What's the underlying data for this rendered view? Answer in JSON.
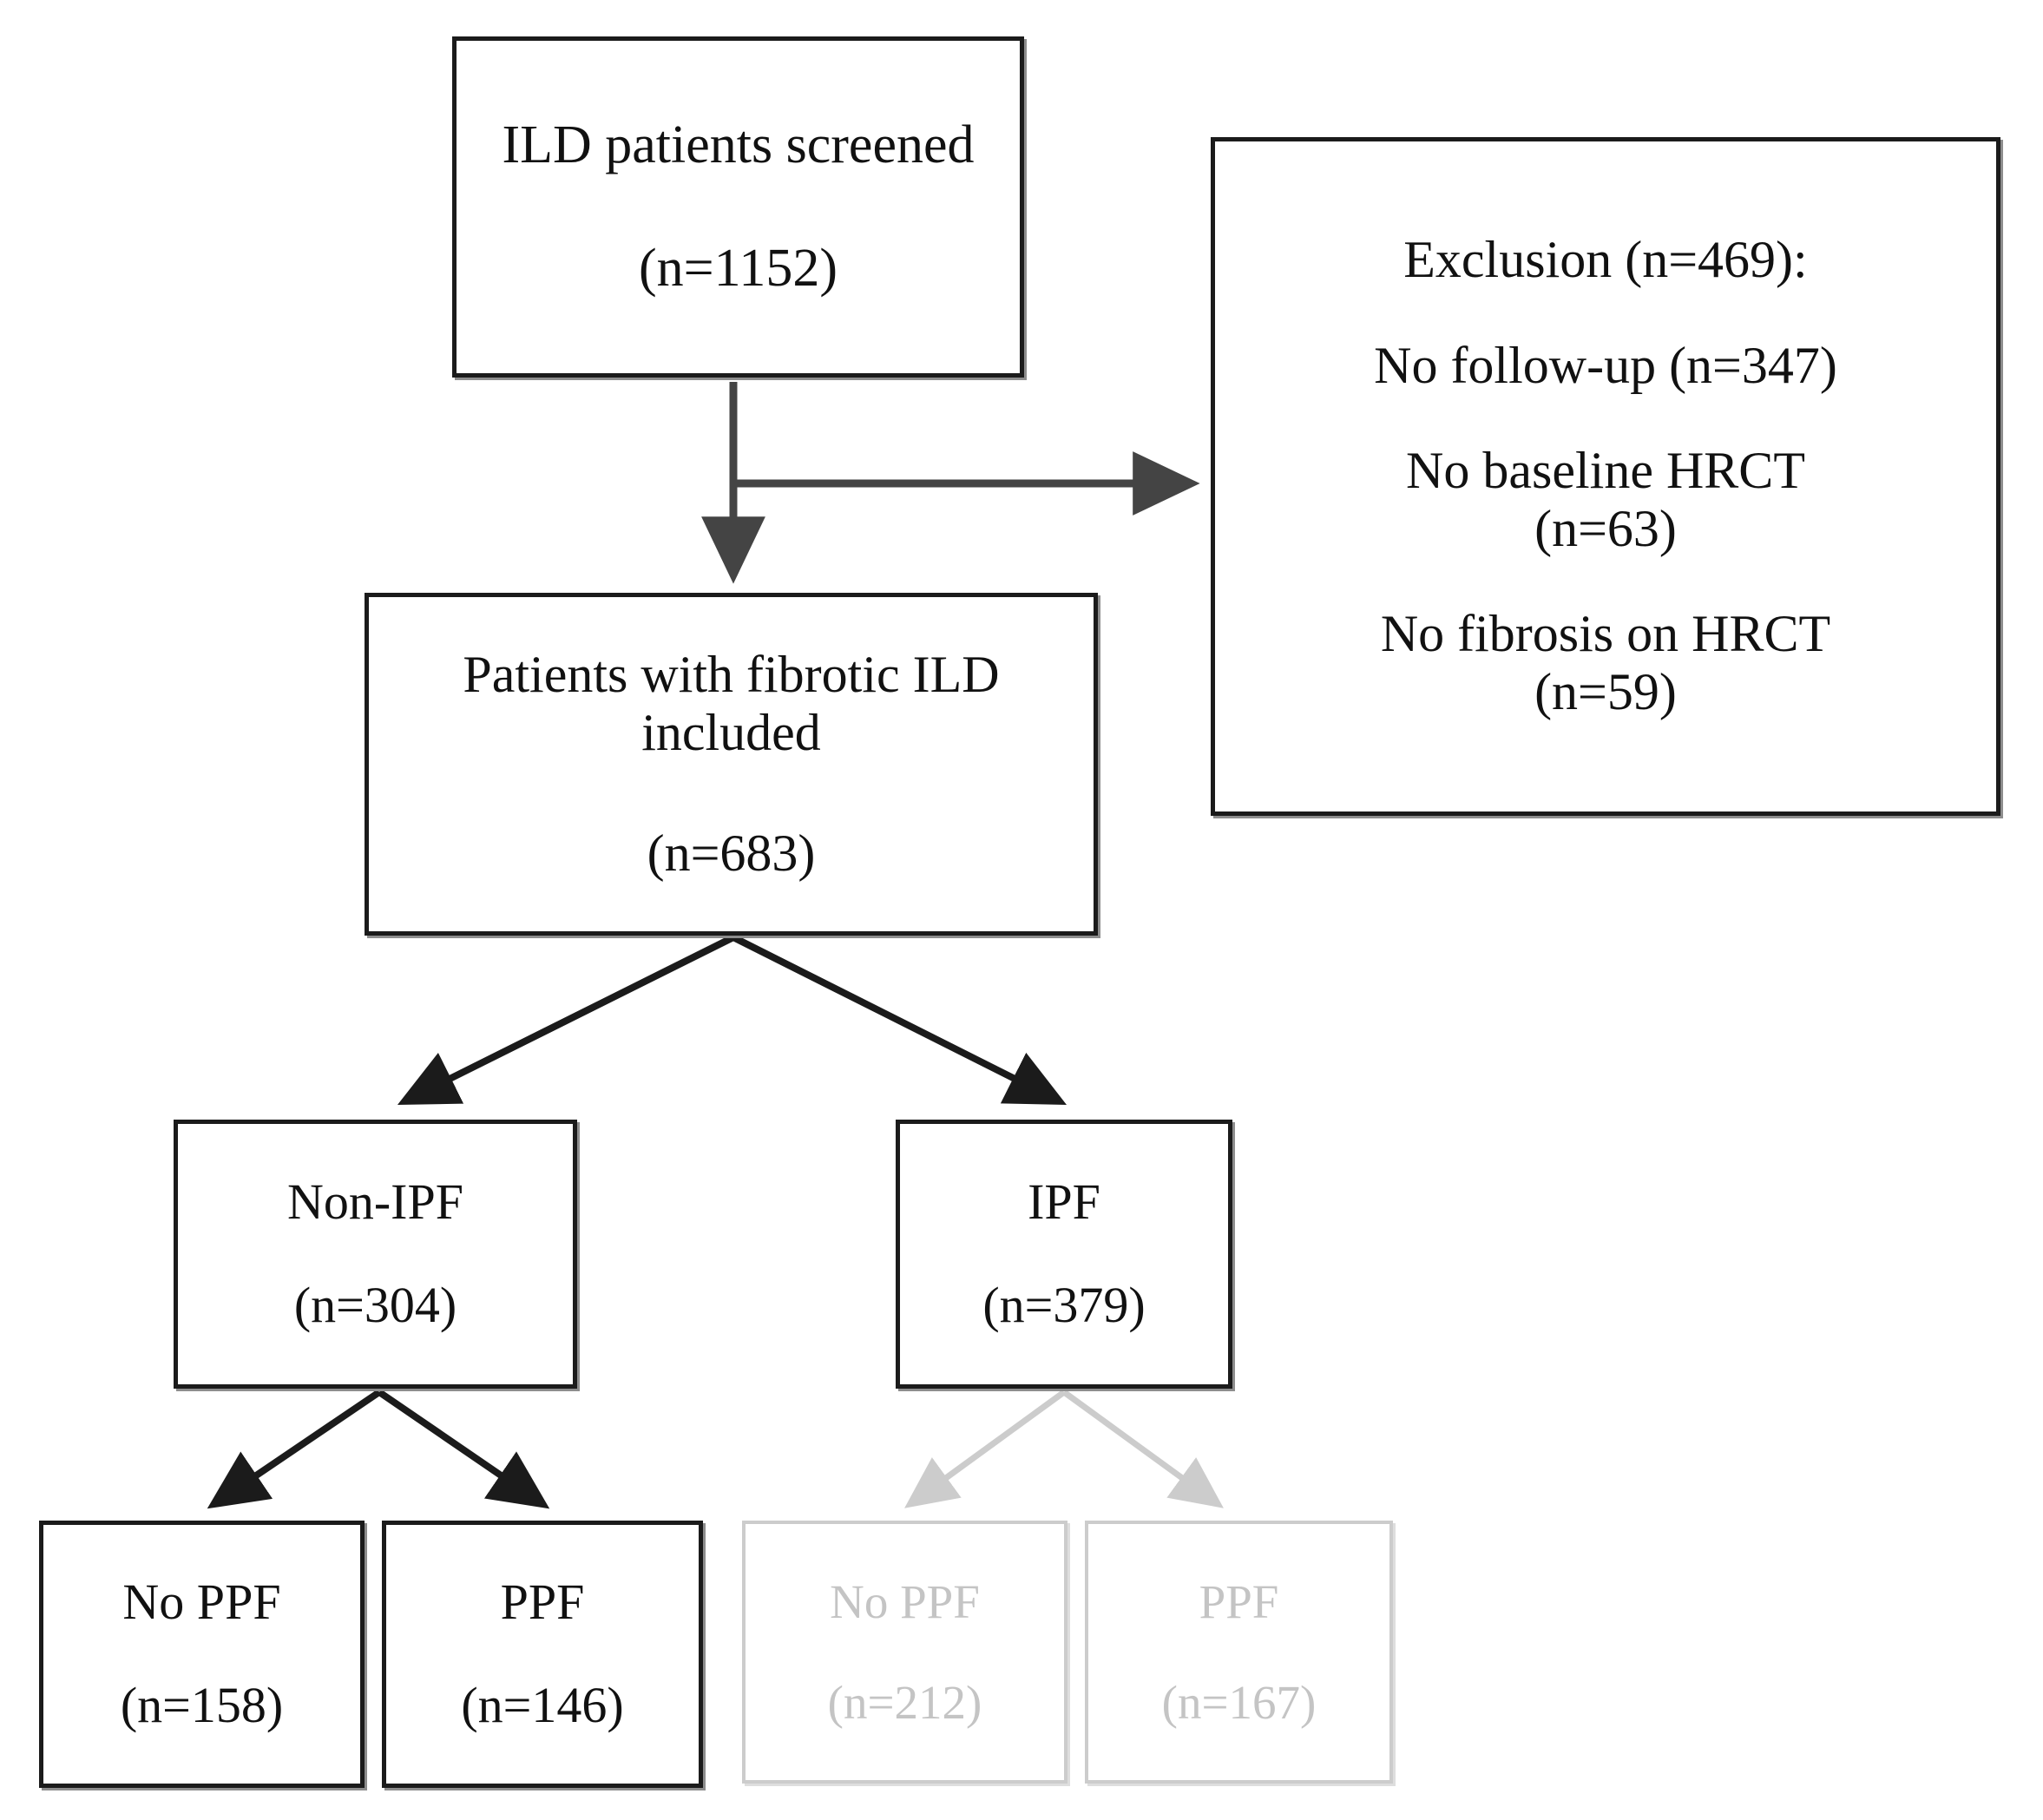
{
  "figure": {
    "type": "flowchart",
    "title": "Patient selection flow diagram",
    "colors": {
      "active_stroke": "#1b1b1b",
      "active_text": "#111111",
      "inactive_stroke": "#cccccc",
      "inactive_text": "#c4c4c4",
      "background": "#ffffff"
    }
  },
  "nodes": {
    "screened": {
      "label": "ILD patients screened",
      "count": "(n=1152)",
      "state": "active"
    },
    "exclusion": {
      "header": "Exclusion (n=469):",
      "reason_1": "No follow-up (n=347)",
      "reason_2": "No baseline HRCT\n(n=63)",
      "reason_3": "No fibrosis on HRCT\n(n=59)",
      "state": "active"
    },
    "included": {
      "label": "Patients with fibrotic ILD included",
      "count": "(n=683)",
      "state": "active"
    },
    "non_ipf": {
      "label": "Non-IPF",
      "count": "(n=304)",
      "state": "active"
    },
    "ipf": {
      "label": "IPF",
      "count": "(n=379)",
      "state": "active"
    },
    "non_ipf_no_ppf": {
      "label": "No PPF",
      "count": "(n=158)",
      "state": "active"
    },
    "non_ipf_ppf": {
      "label": "PPF",
      "count": "(n=146)",
      "state": "active"
    },
    "ipf_no_ppf": {
      "label": "No PPF",
      "count": "(n=212)",
      "state": "inactive"
    },
    "ipf_ppf": {
      "label": "PPF",
      "count": "(n=167)",
      "state": "inactive"
    }
  },
  "edges": [
    {
      "from": "screened",
      "to": "exclusion",
      "style": "elbow-right",
      "color": "#444444"
    },
    {
      "from": "screened",
      "to": "included",
      "style": "straight-down",
      "color": "#444444"
    },
    {
      "from": "included",
      "to": "non_ipf",
      "style": "diagonal-left",
      "color": "#1b1b1b"
    },
    {
      "from": "included",
      "to": "ipf",
      "style": "diagonal-right",
      "color": "#1b1b1b"
    },
    {
      "from": "non_ipf",
      "to": "non_ipf_no_ppf",
      "style": "diagonal-left",
      "color": "#1b1b1b"
    },
    {
      "from": "non_ipf",
      "to": "non_ipf_ppf",
      "style": "diagonal-right",
      "color": "#1b1b1b"
    },
    {
      "from": "ipf",
      "to": "ipf_no_ppf",
      "style": "diagonal-left",
      "color": "#cccccc"
    },
    {
      "from": "ipf",
      "to": "ipf_ppf",
      "style": "diagonal-right",
      "color": "#cccccc"
    }
  ]
}
